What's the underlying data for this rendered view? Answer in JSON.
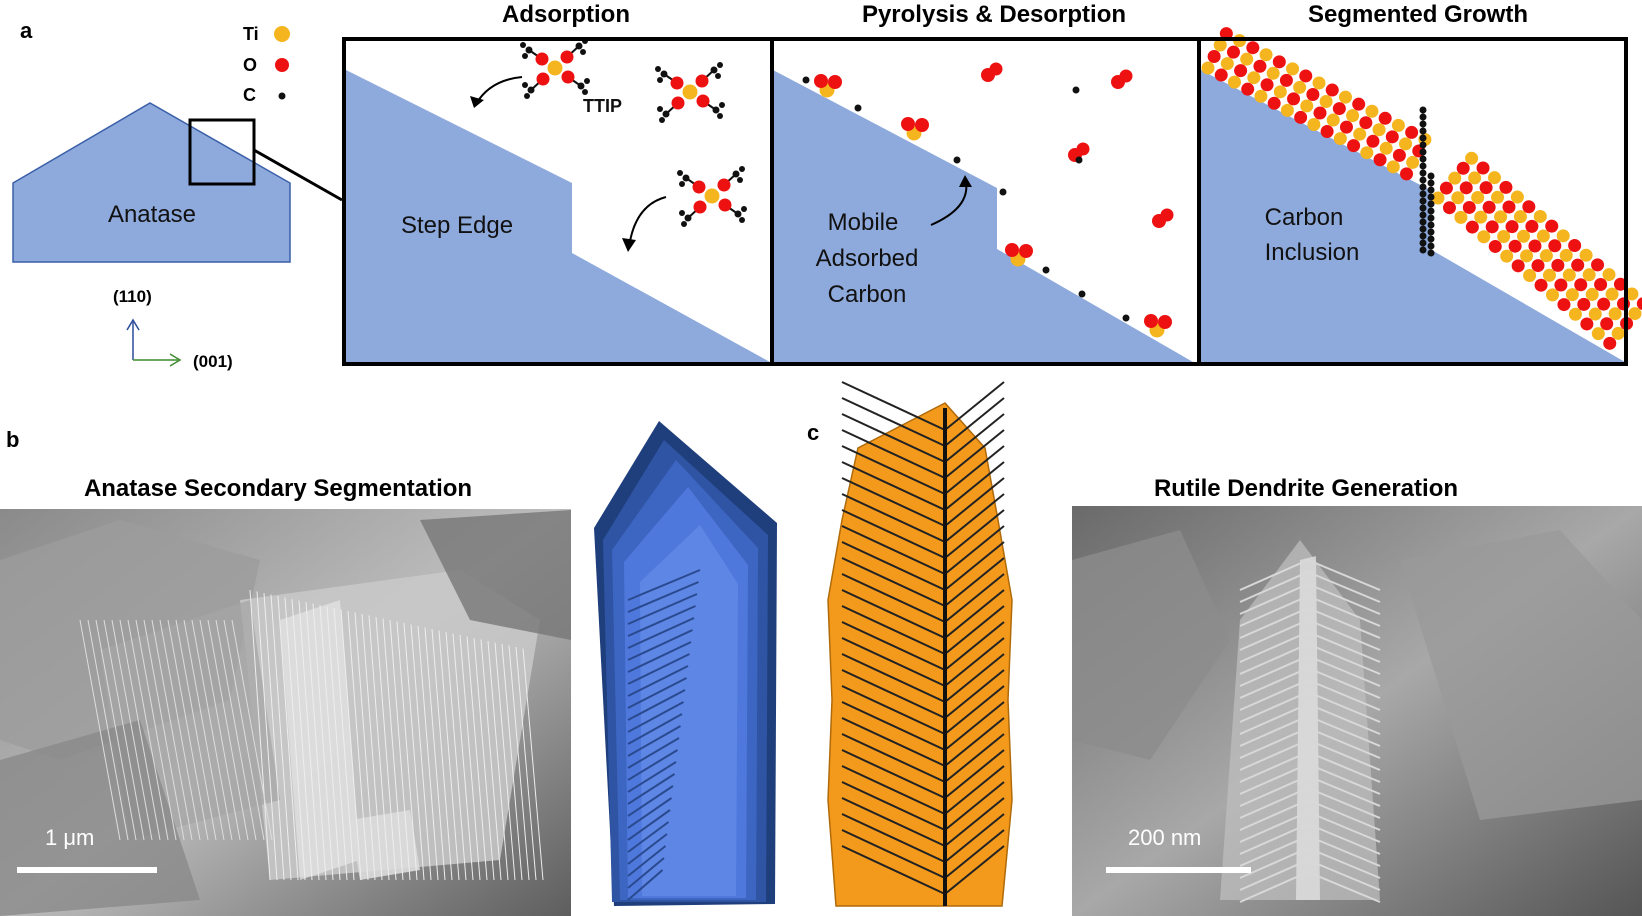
{
  "panel_a": {
    "letter": "a",
    "legend": {
      "ti": "Ti",
      "o": "O",
      "c": "C"
    },
    "crystal_label": "Anatase",
    "axis_vertical": "(110)",
    "axis_horizontal": "(001)",
    "boxes": [
      {
        "title": "Adsorption",
        "label_lines": [
          "Step Edge"
        ],
        "molecule_label": "TTIP"
      },
      {
        "title": "Pyrolysis & Desorption",
        "label_lines": [
          "Mobile",
          "Adsorbed",
          "Carbon"
        ]
      },
      {
        "title": "Segmented Growth",
        "label_lines": [
          "Carbon",
          "Inclusion"
        ]
      }
    ]
  },
  "panel_b": {
    "letter": "b",
    "title": "Anatase Secondary Segmentation",
    "scale_label": "1 μm"
  },
  "panel_c": {
    "letter": "c",
    "title": "Rutile Dendrite Generation",
    "scale_label": "200 nm"
  },
  "colors": {
    "ti": "#f5b51e",
    "o": "#ee1111",
    "c": "#111111",
    "anatase_fill": "#8eaadc",
    "dendrite_orange": "#f39a1c",
    "crystal_blue": "#4f78dd"
  }
}
